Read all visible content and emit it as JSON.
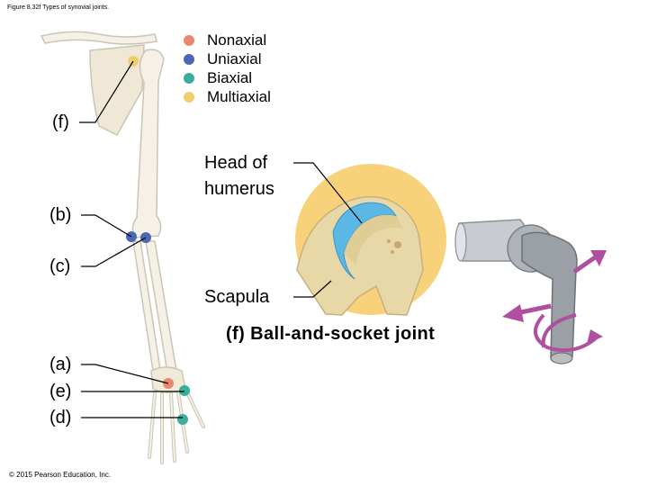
{
  "figure_title": "Figure 8.32f Types of synovial joints.",
  "copyright": "© 2015 Pearson Education, Inc.",
  "legend": [
    {
      "label": "Nonaxial",
      "color": "#e88870"
    },
    {
      "label": "Uniaxial",
      "color": "#4c66b4"
    },
    {
      "label": "Biaxial",
      "color": "#3aae9a"
    },
    {
      "label": "Multiaxial",
      "color": "#f0ce6c"
    }
  ],
  "joint_labels": {
    "f": "(f)",
    "b": "(b)",
    "c": "(c)",
    "a": "(a)",
    "e": "(e)",
    "d": "(d)"
  },
  "callouts": {
    "head_line1": "Head of",
    "head_line2": "humerus",
    "scapula": "Scapula"
  },
  "caption": "(f) Ball-and-socket joint",
  "colors": {
    "bone": "#f5f1e6",
    "bone_outline": "#cbc5b3",
    "bone_shade": "#d8cfaa",
    "inset_circle": "#f8d27a",
    "cartilage": "#5bb7e3",
    "rotation_arrow": "#b04fa0",
    "model_gray": "#9aa0a5"
  }
}
